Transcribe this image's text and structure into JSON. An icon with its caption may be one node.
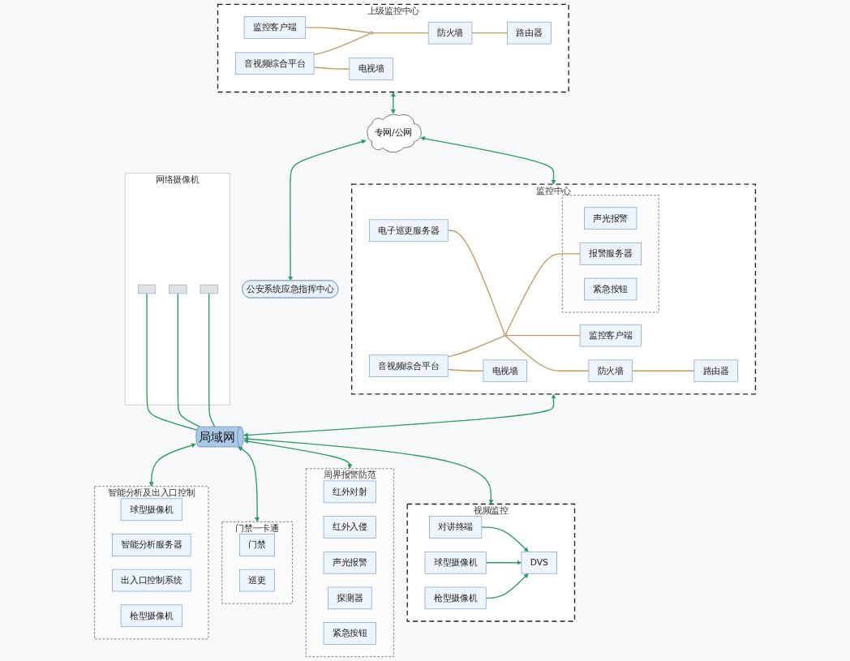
{
  "diagram": {
    "nodes": [
      {
        "text": [
          "上级监控中心"
        ]
      },
      {
        "text": [
          "监控客户端"
        ],
        "in": 0
      },
      {
        "text": [
          "音视频综合平台"
        ],
        "in": 0
      },
      {
        "text": [
          "电视墙"
        ],
        "in": 0
      },
      {
        "text": [],
        "shape": "bar",
        "in": 0
      },
      {
        "text": [
          "防火墙"
        ],
        "in": 0
      },
      {
        "text": [
          "路由器"
        ],
        "in": 0
      },
      {
        "text": [
          "专网/公网"
        ]
      },
      {
        "text": [
          "监控中心"
        ]
      },
      {
        "text": [
          "电子巡更服务器"
        ],
        "in": 8
      },
      {
        "text": [
          "音视频综合平台"
        ],
        "in": 8
      },
      {
        "text": [
          "电视墙"
        ],
        "in": 8
      },
      {
        "text": [],
        "shape": "bar",
        "in": 8
      },
      {
        "text": [],
        "shape": "ellipse",
        "in": 8
      },
      {
        "text": [
          "声光报警"
        ],
        "in": 13
      },
      {
        "text": [
          "紧急按钮"
        ],
        "in": 13
      },
      {
        "text": [
          "报警服务器"
        ],
        "in": 13
      },
      {
        "text": [
          "监控客户端"
        ],
        "in": 8
      },
      {
        "text": [
          "防火墙"
        ],
        "in": 8
      },
      {
        "text": [
          "路由器"
        ],
        "in": 8
      },
      {
        "text": [
          "公安系统应急指挥中心"
        ]
      },
      {
        "text": [
          "网络摄像机"
        ]
      },
      {
        "text": [],
        "shape": "box",
        "in": 21
      },
      {
        "text": [],
        "shape": "box",
        "in": 21
      },
      {
        "text": [],
        "shape": "box",
        "in": 21
      },
      {
        "text": [
          "局域网"
        ]
      },
      {
        "text": [
          "智能分析及出入口控制"
        ]
      },
      {
        "text": [
          "球型摄像机"
        ],
        "in": 26
      },
      {
        "text": [
          "智能分析服务器"
        ],
        "in": 26
      },
      {
        "text": [
          "出入口控制系统"
        ],
        "in": 26
      },
      {
        "text": [
          "枪型摄像机"
        ],
        "in": 26
      },
      {
        "text": [
          "门禁一卡通"
        ]
      },
      {
        "text": [
          "门禁"
        ],
        "in": 31
      },
      {
        "text": [
          "巡更"
        ],
        "in": 31
      },
      {
        "text": [
          "周界报警防范"
        ]
      },
      {
        "text": [
          "红外对射"
        ],
        "in": 34
      },
      {
        "text": [
          "红外入侵"
        ],
        "in": 34
      },
      {
        "text": [
          "声光报警"
        ],
        "in": 34
      },
      {
        "text": [
          "探测器"
        ],
        "in": 34
      },
      {
        "text": [
          "紧急按钮"
        ],
        "in": 34
      },
      {
        "text": [
          "视频监控"
        ]
      },
      {
        "text": [
          "DVS"
        ],
        "in": 40
      },
      {
        "text": [
          "对讲终端"
        ],
        "in": 40
      },
      {
        "text": [
          "球型摄像机"
        ],
        "in": 40
      },
      {
        "text": [
          "枪型摄像机"
        ],
        "in": 40
      }
    ],
    "edges": [
      {
        "from": 1,
        "to": 4,
        "arrow": "none",
        "color": "#c49a5a"
      },
      {
        "from": 2,
        "to": 4,
        "arrow": "none",
        "color": "#c49a5a"
      },
      {
        "from": 2,
        "to": 3,
        "arrow": "none",
        "color": "#c49a5a"
      },
      {
        "from": 4,
        "to": 5,
        "arrow": "none",
        "color": "#c49a5a"
      },
      {
        "from": 5,
        "to": 6,
        "arrow": "none",
        "color": "#c49a5a"
      },
      {
        "from": 0,
        "to": 7,
        "arrow": "both"
      },
      {
        "from": 7,
        "to": 8,
        "arrow": "both"
      },
      {
        "from": 7,
        "to": 20,
        "arrow": "both"
      },
      {
        "from": 9,
        "to": 12,
        "arrow": "none",
        "color": "#c49a5a"
      },
      {
        "from": 10,
        "to": 12,
        "arrow": "none",
        "color": "#c49a5a"
      },
      {
        "from": 10,
        "to": 11,
        "arrow": "none",
        "color": "#c49a5a"
      },
      {
        "from": 12,
        "to": 16,
        "arrow": "none",
        "color": "#c49a5a"
      },
      {
        "from": 12,
        "to": 17,
        "arrow": "none",
        "color": "#c49a5a"
      },
      {
        "from": 12,
        "to": 18,
        "arrow": "none",
        "color": "#c49a5a"
      },
      {
        "from": 18,
        "to": 19,
        "arrow": "none",
        "color": "#c49a5a"
      },
      {
        "from": 8,
        "to": 25,
        "arrow": "both"
      },
      {
        "from": 22,
        "to": 25,
        "arrow": "none"
      },
      {
        "from": 23,
        "to": 25,
        "arrow": "none"
      },
      {
        "from": 24,
        "to": 25,
        "arrow": "none"
      },
      {
        "from": 25,
        "to": 26,
        "arrow": "both"
      },
      {
        "from": 25,
        "to": 31,
        "arrow": "both"
      },
      {
        "from": 25,
        "to": 34,
        "arrow": "both"
      },
      {
        "from": 25,
        "to": 40,
        "arrow": "both"
      },
      {
        "from": 42,
        "to": 41,
        "arrow": "to"
      },
      {
        "from": 43,
        "to": 41,
        "arrow": "to"
      },
      {
        "from": 44,
        "to": 41,
        "arrow": "to"
      }
    ]
  }
}
